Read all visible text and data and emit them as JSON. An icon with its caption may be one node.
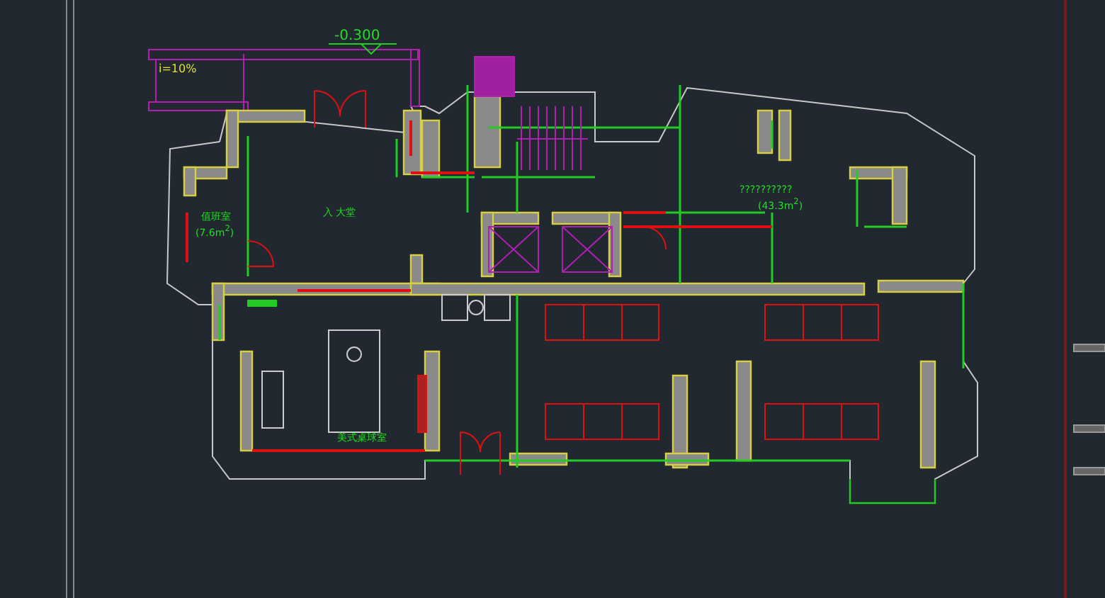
{
  "diagram": {
    "labels": [
      "-0.300",
      "i=10%",
      "值班室",
      "(7.6m$^{2}$)",
      "入 大堂",
      "??????????",
      "(43.3m$^{2}$)",
      "美式桌球室"
    ]
  }
}
